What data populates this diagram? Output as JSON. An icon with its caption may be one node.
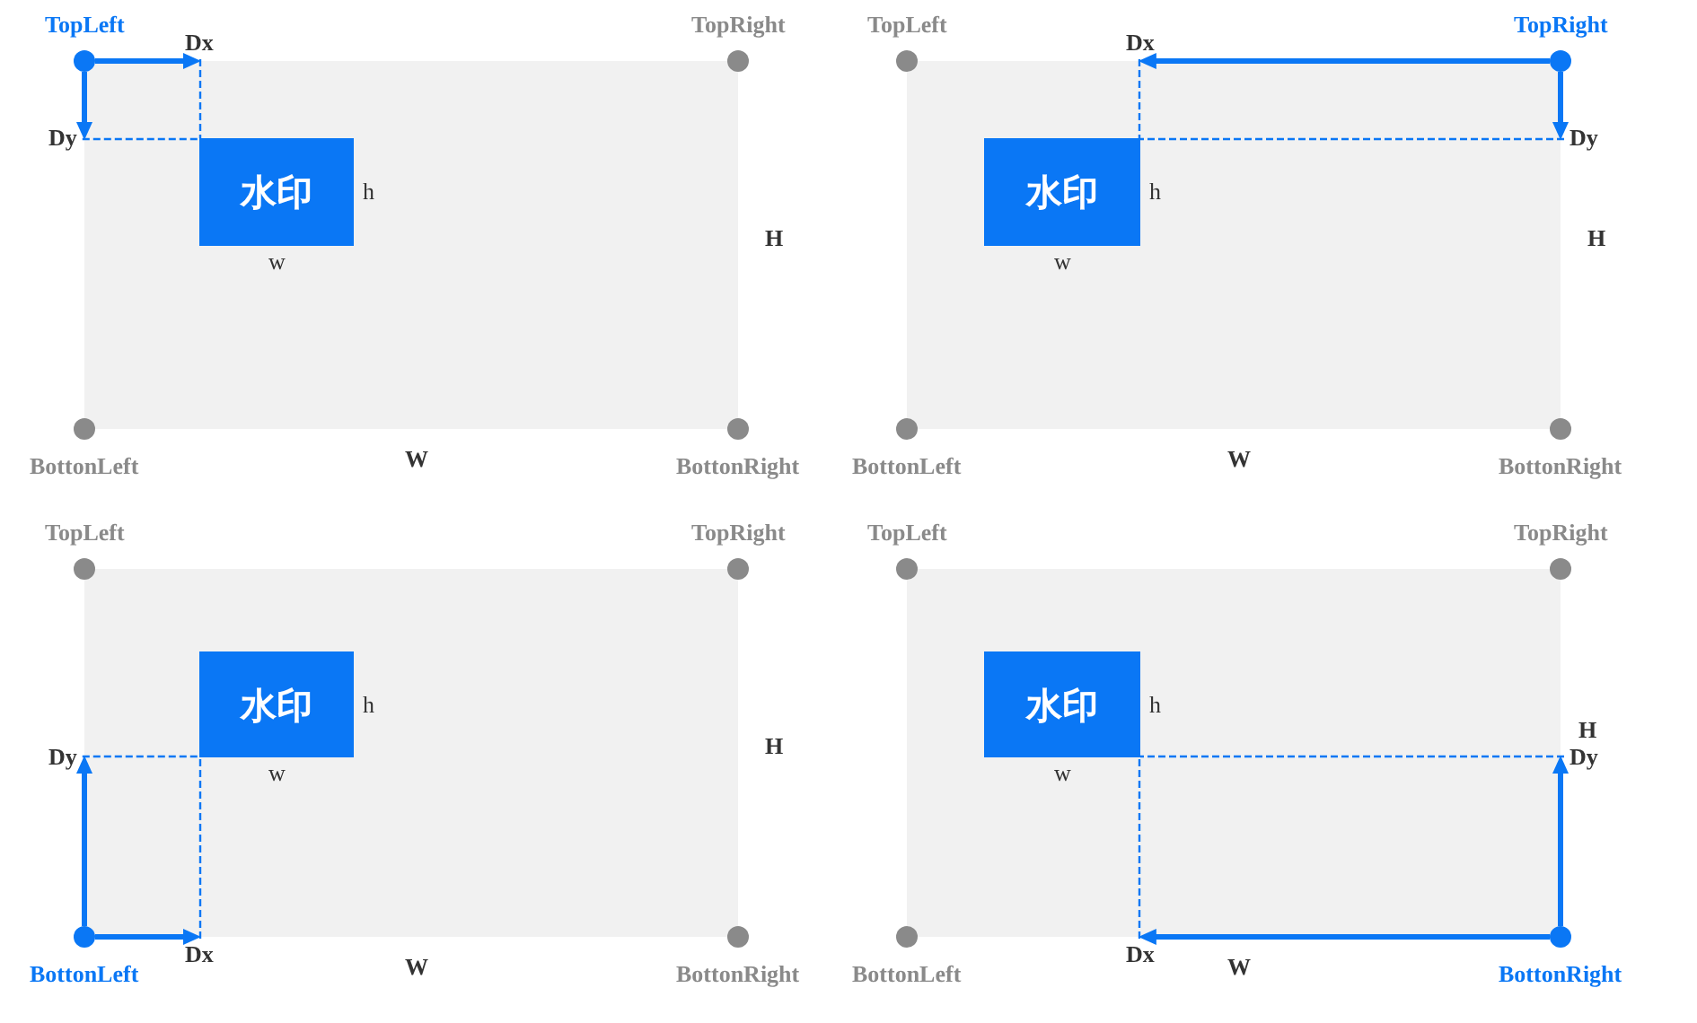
{
  "diagram": {
    "nodes": [
      {
        "text": [],
        "shape": "box",
        "beside": [
          "H",
          "W"
        ]
      },
      {
        "text": [],
        "shape": "circle",
        "beside": [
          "TopLeft"
        ]
      },
      {
        "text": [],
        "shape": "circle",
        "beside": [
          "TopRight"
        ]
      },
      {
        "text": [],
        "shape": "circle",
        "beside": [
          "BottonLeft"
        ]
      },
      {
        "text": [],
        "shape": "circle",
        "beside": [
          "BottonRight"
        ]
      },
      {
        "text": [
          "水印"
        ],
        "in": 0,
        "beside": [
          "h",
          "w"
        ]
      },
      {
        "text": [
          "Dx"
        ]
      },
      {
        "text": [
          "Dy"
        ]
      },
      {
        "text": [],
        "shape": "box",
        "beside": [
          "H",
          "W"
        ]
      },
      {
        "text": [],
        "shape": "circle",
        "beside": [
          "TopLeft"
        ]
      },
      {
        "text": [],
        "shape": "circle",
        "beside": [
          "TopRight"
        ]
      },
      {
        "text": [],
        "shape": "circle",
        "beside": [
          "BottonLeft"
        ]
      },
      {
        "text": [],
        "shape": "circle",
        "beside": [
          "BottonRight"
        ]
      },
      {
        "text": [
          "水印"
        ],
        "in": 8,
        "beside": [
          "h",
          "w"
        ]
      },
      {
        "text": [
          "Dx"
        ]
      },
      {
        "text": [
          "Dy"
        ]
      },
      {
        "text": [],
        "shape": "box",
        "beside": [
          "H",
          "W"
        ]
      },
      {
        "text": [],
        "shape": "circle",
        "beside": [
          "TopLeft"
        ]
      },
      {
        "text": [],
        "shape": "circle",
        "beside": [
          "TopRight"
        ]
      },
      {
        "text": [],
        "shape": "circle",
        "beside": [
          "BottonLeft"
        ]
      },
      {
        "text": [],
        "shape": "circle",
        "beside": [
          "BottonRight"
        ]
      },
      {
        "text": [
          "水印"
        ],
        "in": 16,
        "beside": [
          "h",
          "w"
        ]
      },
      {
        "text": [
          "Dx"
        ]
      },
      {
        "text": [
          "Dy"
        ]
      },
      {
        "text": [],
        "shape": "box",
        "beside": [
          "H",
          "W"
        ]
      },
      {
        "text": [],
        "shape": "circle",
        "beside": [
          "TopLeft"
        ]
      },
      {
        "text": [],
        "shape": "circle",
        "beside": [
          "TopRight"
        ]
      },
      {
        "text": [],
        "shape": "circle",
        "beside": [
          "BottonLeft"
        ]
      },
      {
        "text": [],
        "shape": "circle",
        "beside": [
          "BottonRight"
        ]
      },
      {
        "text": [
          "水印"
        ],
        "in": 24,
        "beside": [
          "h",
          "w"
        ]
      },
      {
        "text": [
          "Dx"
        ]
      },
      {
        "text": [
          "Dy"
        ]
      }
    ],
    "edges": [
      {
        "from": 1,
        "to": 6,
        "arrow": "to"
      },
      {
        "from": 1,
        "to": 7,
        "arrow": "to"
      },
      {
        "from": 6,
        "to": 5,
        "arrow": "none",
        "style": "dashed"
      },
      {
        "from": 7,
        "to": 5,
        "arrow": "none",
        "style": "dashed"
      },
      {
        "from": 10,
        "to": 14,
        "arrow": "to"
      },
      {
        "from": 10,
        "to": 15,
        "arrow": "to"
      },
      {
        "from": 14,
        "to": 13,
        "arrow": "none",
        "style": "dashed"
      },
      {
        "from": 15,
        "to": 13,
        "arrow": "none",
        "style": "dashed"
      },
      {
        "from": 19,
        "to": 22,
        "arrow": "to"
      },
      {
        "from": 19,
        "to": 23,
        "arrow": "to"
      },
      {
        "from": 22,
        "to": 21,
        "arrow": "none",
        "style": "dashed"
      },
      {
        "from": 23,
        "to": 21,
        "arrow": "none",
        "style": "dashed"
      },
      {
        "from": 28,
        "to": 30,
        "arrow": "to"
      },
      {
        "from": 28,
        "to": 31,
        "arrow": "to"
      },
      {
        "from": 30,
        "to": 29,
        "arrow": "none",
        "style": "dashed"
      },
      {
        "from": 31,
        "to": 29,
        "arrow": "none",
        "style": "dashed"
      }
    ]
  }
}
